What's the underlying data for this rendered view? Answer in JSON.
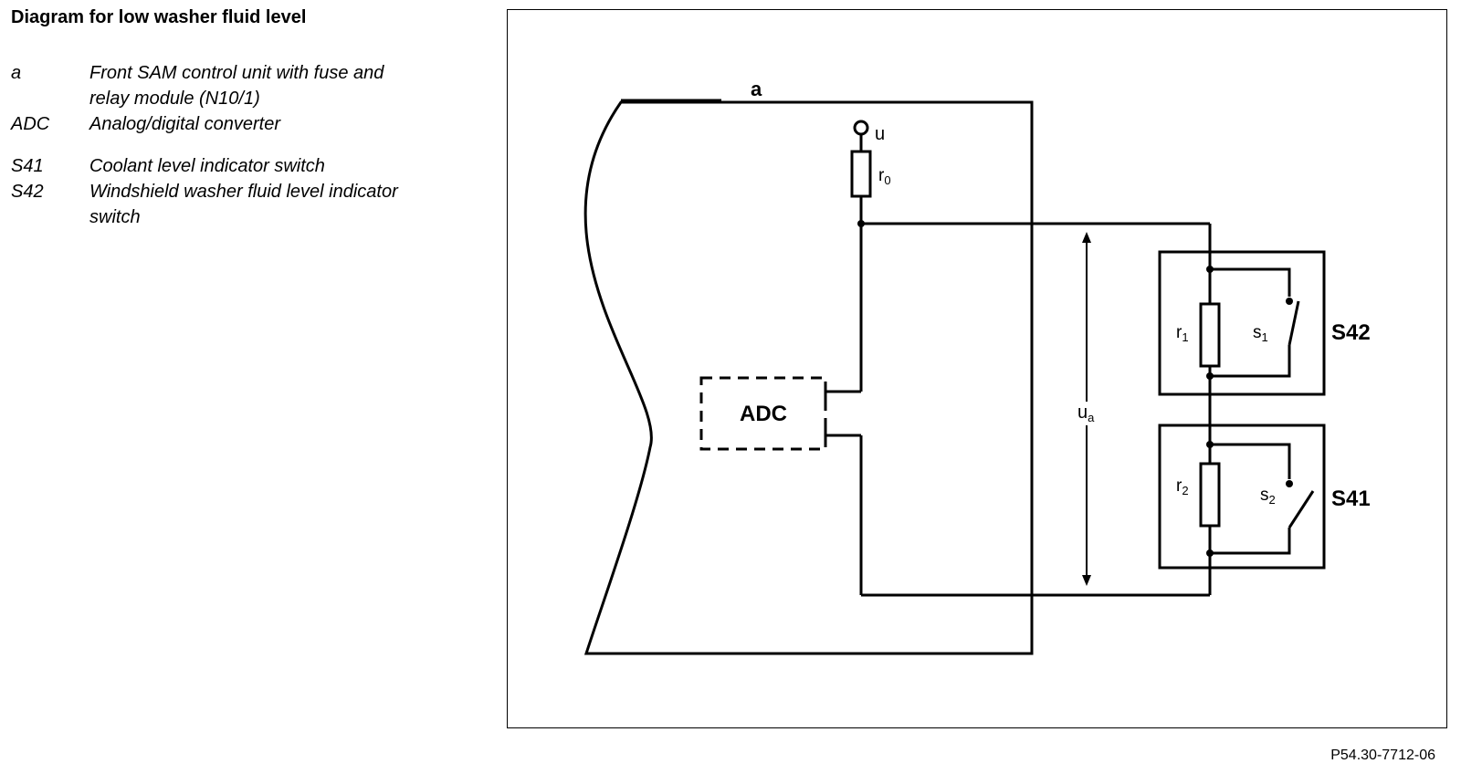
{
  "title": "Diagram for low washer fluid level",
  "legend": [
    {
      "key": "a",
      "text": "Front SAM control unit with fuse and relay module (N10/1)"
    },
    {
      "key": "ADC",
      "text": "Analog/digital converter"
    },
    {
      "key": "S41",
      "text": "Coolant level indicator switch"
    },
    {
      "key": "S42",
      "text": "Windshield washer fluid level indicator switch"
    }
  ],
  "diagram": {
    "label_a": "a",
    "supply_label": "u",
    "resistor_r0": {
      "base": "r",
      "sub": "0"
    },
    "adc_label": "ADC",
    "voltage_label": {
      "base": "u",
      "sub": "a"
    },
    "resistor_r1": {
      "base": "r",
      "sub": "1"
    },
    "switch_s1": {
      "base": "s",
      "sub": "1"
    },
    "switch_s42": "S42",
    "resistor_r2": {
      "base": "r",
      "sub": "2"
    },
    "switch_s2": {
      "base": "s",
      "sub": "2"
    },
    "switch_s41": "S41"
  },
  "figure_code": "P54.30-7712-06"
}
